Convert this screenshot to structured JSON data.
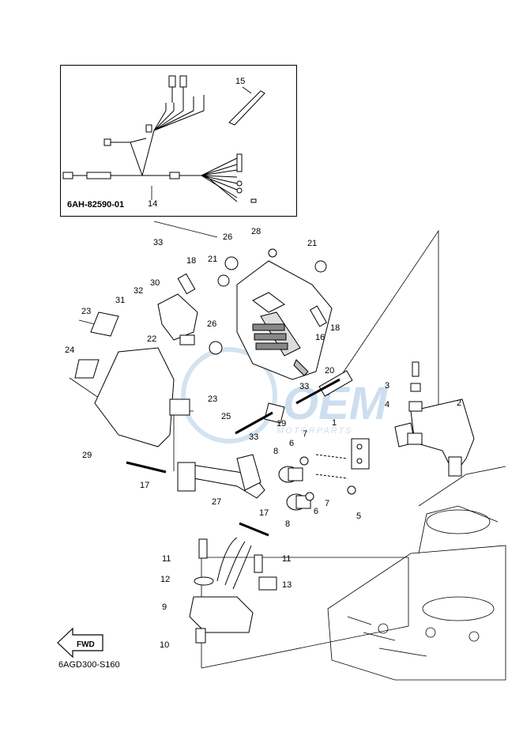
{
  "diagram": {
    "inset_code": "6AH-82590-01",
    "figure_code": "6AGD300-S160",
    "fwd_label": "FWD",
    "watermark_logo": "OEM",
    "watermark_sub": "MOTORPARTS",
    "callouts": {
      "n1": "1",
      "n2": "2",
      "n3": "3",
      "n4": "4",
      "n5": "5",
      "n6a": "6",
      "n6b": "6",
      "n7a": "7",
      "n7b": "7",
      "n8a": "8",
      "n8b": "8",
      "n9": "9",
      "n10": "10",
      "n11a": "11",
      "n11b": "11",
      "n12": "12",
      "n13": "13",
      "n14": "14",
      "n15": "15",
      "n16": "16",
      "n17a": "17",
      "n17b": "17",
      "n18a": "18",
      "n18b": "18",
      "n19": "19",
      "n20": "20",
      "n21a": "21",
      "n21b": "21",
      "n22": "22",
      "n23a": "23",
      "n23b": "23",
      "n24": "24",
      "n25": "25",
      "n26a": "26",
      "n26b": "26",
      "n27": "27",
      "n28": "28",
      "n29": "29",
      "n30": "30",
      "n31": "31",
      "n32": "32",
      "n33a": "33",
      "n33b": "33",
      "n33c": "33"
    }
  }
}
